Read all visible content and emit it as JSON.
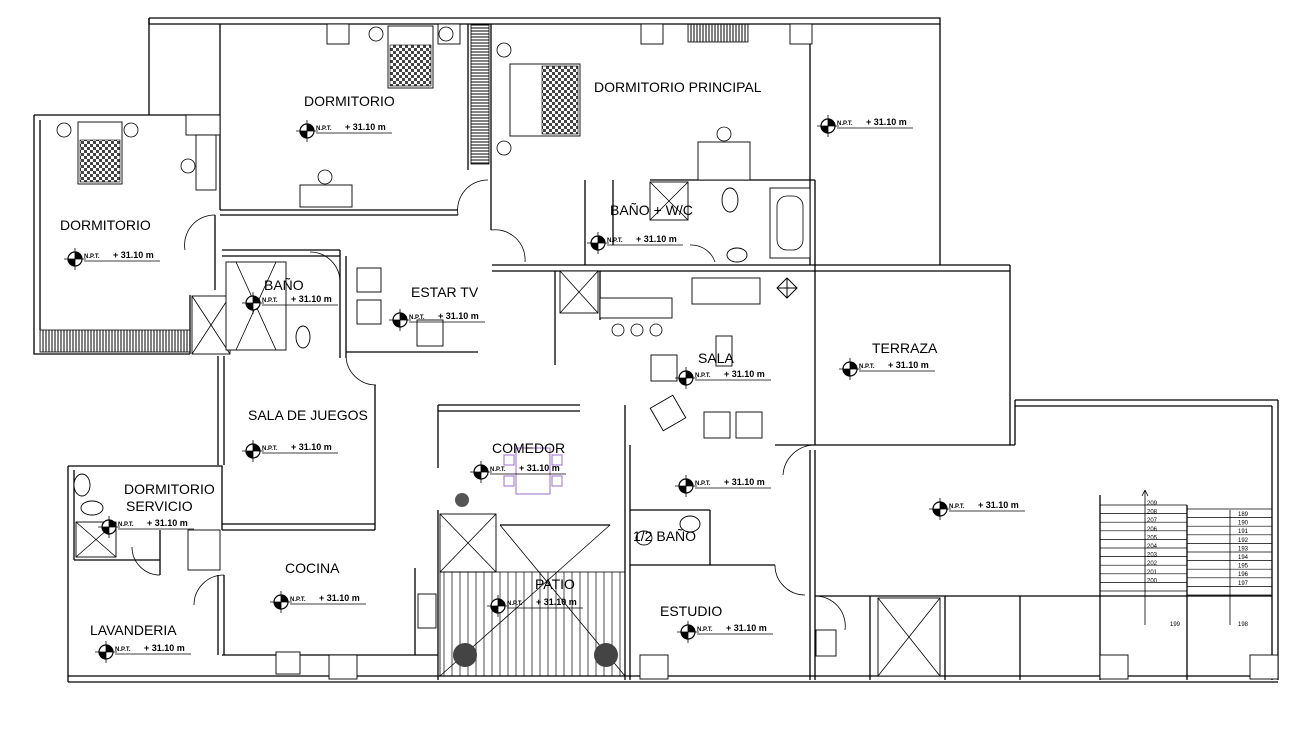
{
  "plan": {
    "rooms": [
      {
        "id": "dormitorio-1",
        "label": "DORMITORIO"
      },
      {
        "id": "dormitorio-principal",
        "label": "DORMITORIO PRINCIPAL"
      },
      {
        "id": "dormitorio-2",
        "label": "DORMITORIO"
      },
      {
        "id": "bano-wc",
        "label": "BAÑO + W/C"
      },
      {
        "id": "bano",
        "label": "BAÑO"
      },
      {
        "id": "estar-tv",
        "label": "ESTAR TV"
      },
      {
        "id": "sala",
        "label": "SALA"
      },
      {
        "id": "terraza",
        "label": "TERRAZA"
      },
      {
        "id": "sala-de-juegos",
        "label": "SALA DE JUEGOS"
      },
      {
        "id": "comedor",
        "label": "COMEDOR"
      },
      {
        "id": "dormitorio-servicio-1",
        "label": "DORMITORIO"
      },
      {
        "id": "dormitorio-servicio-2",
        "label": "SERVICIO"
      },
      {
        "id": "medio-bano",
        "label": "1/2 BAÑO"
      },
      {
        "id": "cocina",
        "label": "COCINA"
      },
      {
        "id": "patio",
        "label": "PATIO"
      },
      {
        "id": "estudio",
        "label": "ESTUDIO"
      },
      {
        "id": "lavanderia",
        "label": "LAVANDERIA"
      }
    ],
    "level_marker": {
      "code": "N.P.T.",
      "value": "+ 31.10 m"
    },
    "stair": {
      "left_numbers": [
        "209",
        "208",
        "207",
        "206",
        "205",
        "204",
        "203",
        "202",
        "201",
        "200"
      ],
      "right_numbers": [
        "189",
        "190",
        "191",
        "192",
        "193",
        "194",
        "195",
        "196",
        "197"
      ],
      "bottom_left": "199",
      "bottom_right": "198"
    }
  }
}
